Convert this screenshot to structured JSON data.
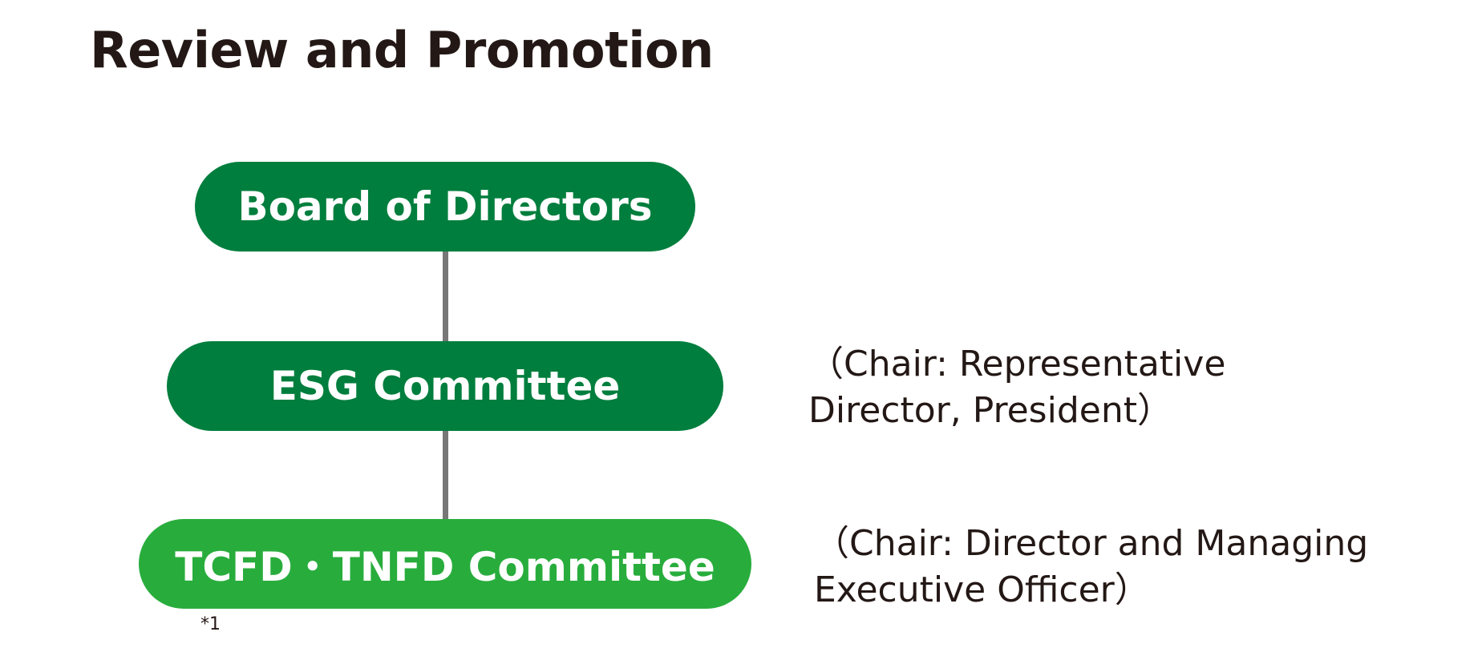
{
  "title": "Review and Promotion",
  "colors": {
    "dark_green": "#007e3d",
    "light_green": "#28ad3c",
    "connector_gray": "#777777",
    "text": "#231815"
  },
  "nodes": [
    {
      "label": "Board of Directors"
    },
    {
      "label": "ESG Committee",
      "note": "（Chair: Representative\nDirector, President）"
    },
    {
      "label": "TCFD・TNFD Committee",
      "note": "（Chair: Director and Managing\nExecutive Officer）",
      "footnote": "*1"
    }
  ]
}
